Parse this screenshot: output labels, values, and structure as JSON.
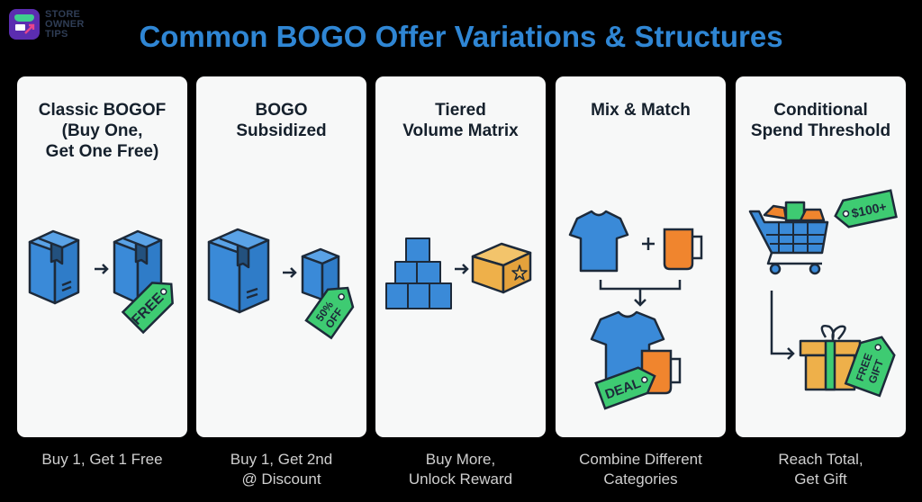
{
  "logo": {
    "line1": "STORE",
    "line2": "OWNER",
    "line3": "TIPS"
  },
  "title": "Common BOGO Offer Variations & Structures",
  "colors": {
    "title": "#2f86d4",
    "box_blue": "#3a8ad8",
    "tag_green": "#3ecb72",
    "orange": "#f0852e",
    "gold": "#eeb04a",
    "outline": "#1d2a3a"
  },
  "cards": [
    {
      "heading": [
        "Classic BOGOF",
        "(Buy One,",
        "Get One Free)"
      ],
      "caption": [
        "Buy 1, Get 1 Free"
      ],
      "tag": "FREE",
      "icons": [
        "box-icon",
        "arrow-right-icon",
        "box-icon",
        "price-tag-icon"
      ]
    },
    {
      "heading": [
        "BOGO",
        "Subsidized"
      ],
      "caption": [
        "Buy 1, Get 2nd",
        "@ Discount"
      ],
      "tag": [
        "50%",
        "OFF"
      ],
      "icons": [
        "box-icon",
        "arrow-right-icon",
        "small-box-icon",
        "price-tag-icon"
      ]
    },
    {
      "heading": [
        "Tiered",
        "Volume Matrix"
      ],
      "caption": [
        "Buy More,",
        "Unlock Reward"
      ],
      "icons": [
        "stacked-boxes-icon",
        "arrow-right-icon",
        "star-box-icon"
      ]
    },
    {
      "heading": [
        "Mix & Match"
      ],
      "caption": [
        "Combine Different",
        "Categories"
      ],
      "tag": "DEAL",
      "icons": [
        "tshirt-icon",
        "plus-icon",
        "mug-icon",
        "merge-arrow-icon",
        "tshirt-icon",
        "mug-icon",
        "price-tag-icon"
      ]
    },
    {
      "heading": [
        "Conditional",
        "Spend Threshold"
      ],
      "caption": [
        "Reach Total,",
        "Get Gift"
      ],
      "tag": "$100+",
      "tag2": [
        "FREE",
        "GIFT"
      ],
      "icons": [
        "shopping-cart-icon",
        "price-tag-icon",
        "elbow-arrow-icon",
        "gift-icon",
        "price-tag-icon"
      ]
    }
  ]
}
